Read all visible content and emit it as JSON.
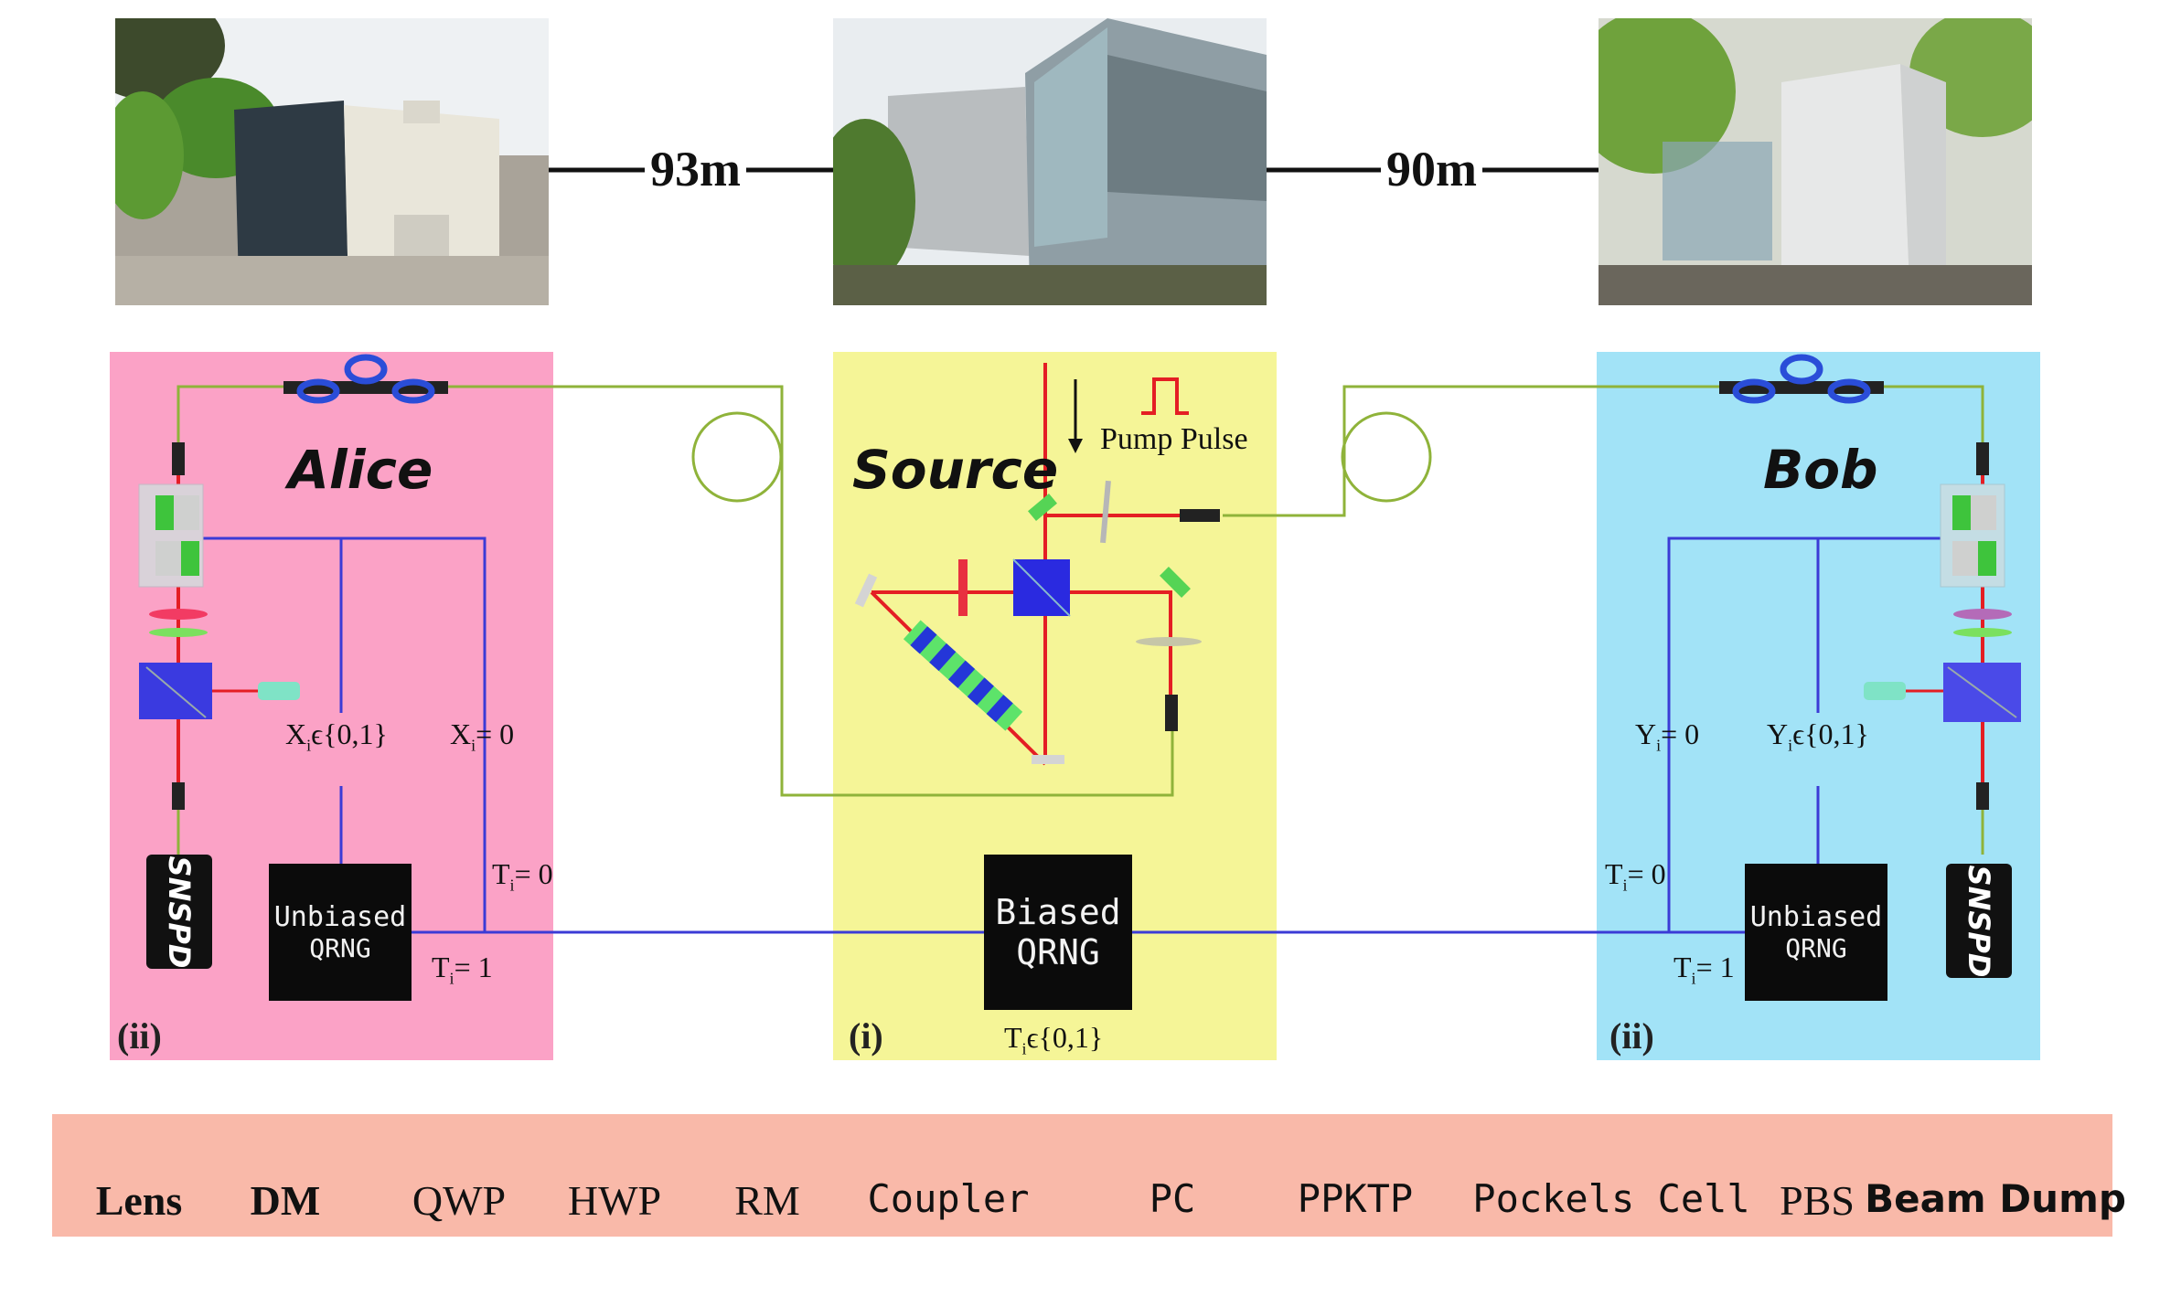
{
  "distances": {
    "left": "93m",
    "right": "90m"
  },
  "labs": {
    "alice": {
      "title": "Alice",
      "sub": "(ii)"
    },
    "source": {
      "title": "Source",
      "sub": "(i)",
      "pump": "Pump Pulse"
    },
    "bob": {
      "title": "Bob",
      "sub": "(ii)"
    }
  },
  "alice_math": {
    "x_set": "X",
    "x_set_rest": "ϵ{0,1}",
    "x_zero": "X",
    "x_zero_rest": "= 0",
    "t0": "T",
    "t0_rest": "= 0",
    "t1": "T",
    "t1_rest": "= 1",
    "sub": "i"
  },
  "bob_math": {
    "y_zero": "Y",
    "y_zero_rest": "= 0",
    "y_set": "Y",
    "y_set_rest": "ϵ{0,1}",
    "t0": "T",
    "t0_rest": "= 0",
    "t1": "T",
    "t1_rest": "= 1",
    "sub": "i"
  },
  "source_math": {
    "t_set": "T",
    "t_set_rest": "ϵ{0,1}",
    "sub": "i"
  },
  "boxes": {
    "alice_qrng": {
      "line1": "Unbiased",
      "line2": "QRNG"
    },
    "bob_qrng": {
      "line1": "Unbiased",
      "line2": "QRNG"
    },
    "source_qrng": {
      "line1": "Biased",
      "line2": "QRNG"
    },
    "snspd": "SNSPD"
  },
  "legend": [
    "Lens",
    "DM",
    "QWP",
    "HWP",
    "RM",
    "Coupler",
    "PC",
    "PPKTP",
    "Pockels Cell",
    "PBS",
    "Beam Dump"
  ],
  "colors": {
    "alice_bg": "#fba2c6",
    "source_bg": "#f5f597",
    "bob_bg": "#a2e3f7",
    "legend_bg": "#f9b9a9",
    "fiber": "#8fb33a",
    "laser": "#e41e24",
    "signal": "#3b3bd6",
    "pbs": "#3a3ae0"
  }
}
